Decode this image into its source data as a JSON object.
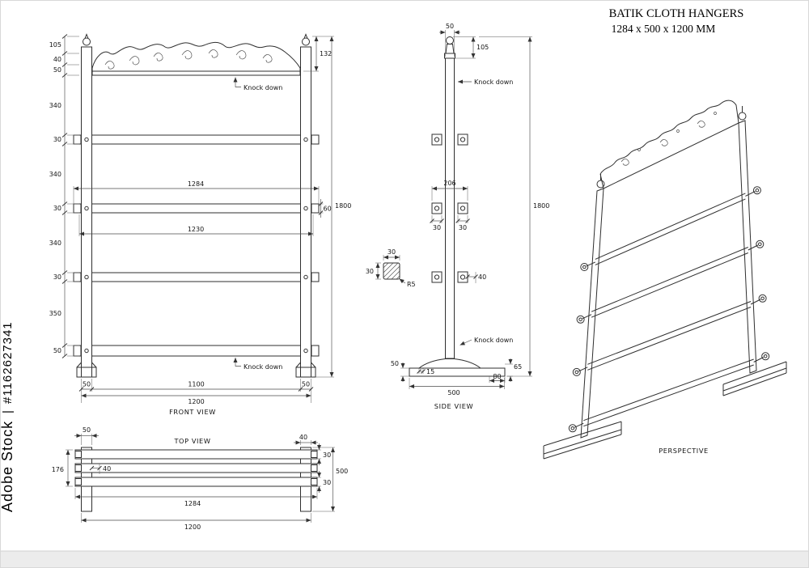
{
  "title": {
    "product": "BATIK CLOTH HANGERS",
    "dimensions": "1284 x 500 x 1200 MM"
  },
  "watermark": {
    "brand": "Adobe Stock",
    "separator": "|",
    "id": "#1162627341"
  },
  "front_view": {
    "label": "FRONT VIEW",
    "knock_down_top": "Knock down",
    "knock_down_bottom": "Knock down",
    "left_dims": [
      "105",
      "40",
      "50",
      "340",
      "30",
      "340",
      "30",
      "340",
      "30",
      "350",
      "50"
    ],
    "crest_height": "132",
    "rail_length": "1284",
    "rail_height": "60",
    "inner_length": "1230",
    "total_height": "1800",
    "post_width_left": "50",
    "clear_span": "1100",
    "post_width_right": "50",
    "overall_width": "1200"
  },
  "side_view": {
    "label": "SIDE VIEW",
    "post_width": "50",
    "finial_height": "105",
    "knock_down_top": "Knock down",
    "connector_span": "206",
    "connector_left": "30",
    "connector_right": "30",
    "total_height": "1800",
    "rail_section_width": "30",
    "rail_section_height": "30",
    "corner_radius": "R5",
    "connector_offset": "40",
    "knock_down_bottom": "Knock down",
    "base_height": "50",
    "base_inset": "15",
    "foot_length": "80",
    "base_end_height": "65",
    "base_width": "500"
  },
  "top_view": {
    "label": "TOP VIEW",
    "post_width": "50",
    "foot_width": "40",
    "rail_block_depth": "176",
    "rail_gap": "40",
    "rail_width_top": "30",
    "foot_depth": "500",
    "rail_width_bottom": "30",
    "rail_length": "1284",
    "overall_width": "1200"
  },
  "perspective_view": {
    "label": "PERSPECTIVE"
  }
}
